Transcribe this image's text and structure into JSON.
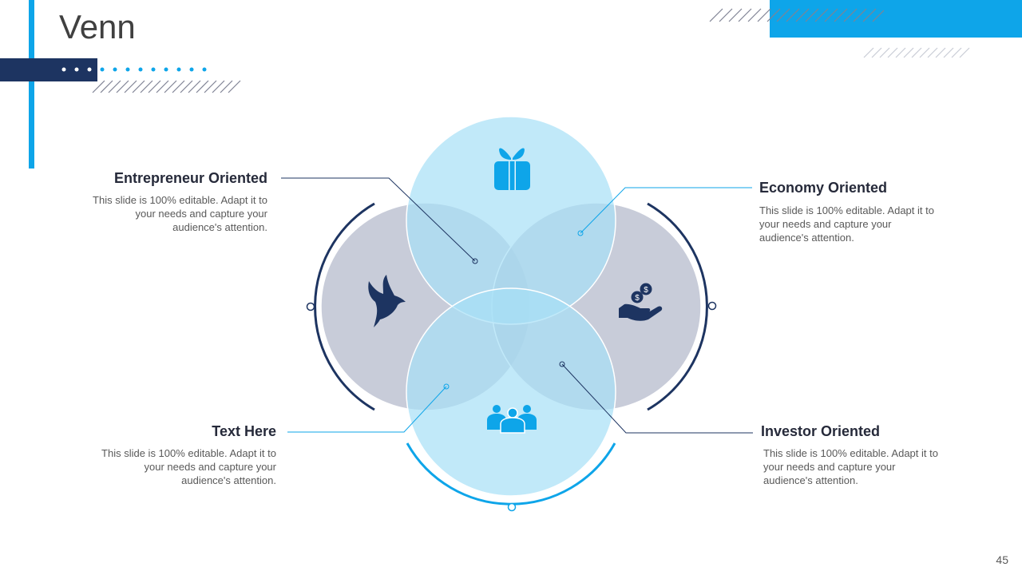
{
  "slide": {
    "title": "Venn",
    "page_number": "45"
  },
  "colors": {
    "navy": "#1d3461",
    "accent_blue": "#0ea5e9",
    "light_blue": "#bde8f8",
    "grey": "#c7cbd8"
  },
  "venn": {
    "top_icon": "gift-icon",
    "left_icon": "dove-icon",
    "right_icon": "money-hand-icon",
    "bottom_icon": "team-icon"
  },
  "labels": {
    "top_left": {
      "title": "Entrepreneur Oriented",
      "desc": "This slide is 100% editable. Adapt it to your needs and capture your audience's attention."
    },
    "top_right": {
      "title": "Economy Oriented",
      "desc": "This slide is 100% editable. Adapt it to your needs and capture your audience's attention."
    },
    "bottom_left": {
      "title": "Text Here",
      "desc": "This slide is 100% editable. Adapt it to your needs and capture your audience's attention."
    },
    "bottom_right": {
      "title": "Investor Oriented",
      "desc": "This slide is 100% editable. Adapt it to your needs and capture your audience's attention."
    }
  }
}
